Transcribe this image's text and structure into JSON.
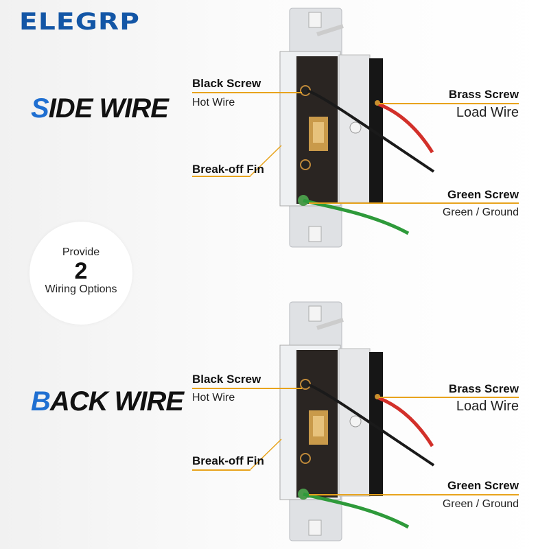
{
  "brand": "ELEGRP",
  "center_badge": {
    "line1": "Provide",
    "number": "2",
    "line2": "Wiring Options"
  },
  "sections": [
    {
      "title_first": "S",
      "title_rest": "IDE WIRE",
      "black_screw": "Black Screw",
      "hot_wire": "Hot Wire",
      "break_off": "Break-off Fin",
      "brass_screw": "Brass Screw",
      "load_wire": "Load Wire",
      "green_screw": "Green Screw",
      "ground": "Green / Ground"
    },
    {
      "title_first": "B",
      "title_rest": "ACK WIRE",
      "black_screw": "Black Screw",
      "hot_wire": "Hot Wire",
      "break_off": "Break-off Fin",
      "brass_screw": "Brass Screw",
      "load_wire": "Load Wire",
      "green_screw": "Green Screw",
      "ground": "Green / Ground"
    }
  ],
  "colors": {
    "brand": "#1356a6",
    "accent": "#1f6fd1",
    "leader": "#e8a31c",
    "hot": "#1a1a1a",
    "load": "#d2302a",
    "ground": "#2e9a3a"
  }
}
